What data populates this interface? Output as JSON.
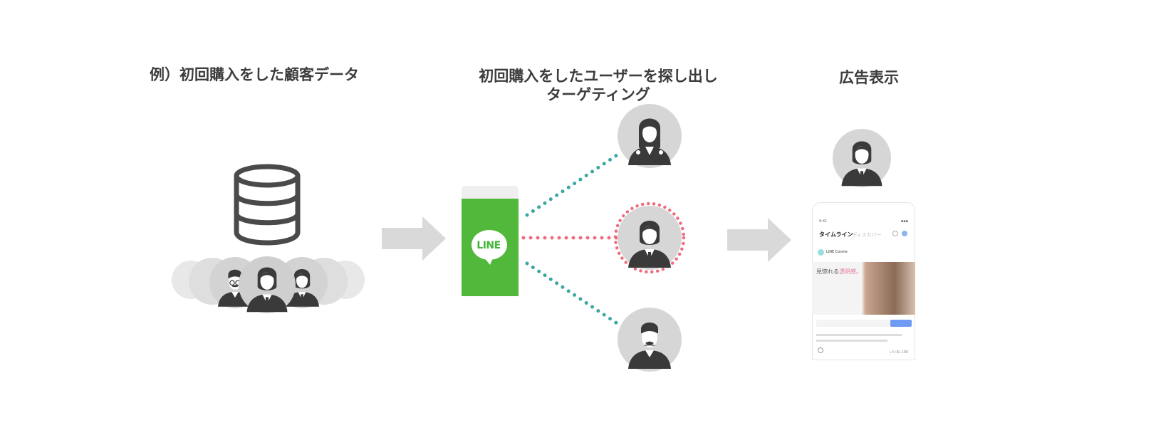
{
  "headings": {
    "customer_data": "例）初回購入をした顧客データ",
    "targeting_line1": "初回購入をしたユーザーを探し出し",
    "targeting_line2": "ターゲティング",
    "ad_display": "広告表示"
  },
  "line_app": {
    "logo_text": "LINE"
  },
  "phone_mock": {
    "status_time": "9:41",
    "status_right": "▪▪▪",
    "tab_timeline": "タイムライン",
    "tab_discover": "ディスカバー",
    "account_name": "LINE Cosme",
    "ad_copy_prefix": "見惚れる",
    "ad_copy_highlight": "透明感。",
    "footer_text": "いいね 100"
  },
  "colors": {
    "line_green": "#52b83b",
    "teal_dots": "#3aa7a0",
    "pink_dots": "#ef6b7d",
    "avatar_gray": "#d6d6d6",
    "icon_dark": "#3a3a3a",
    "arrow_gray": "#d9d9d9"
  }
}
